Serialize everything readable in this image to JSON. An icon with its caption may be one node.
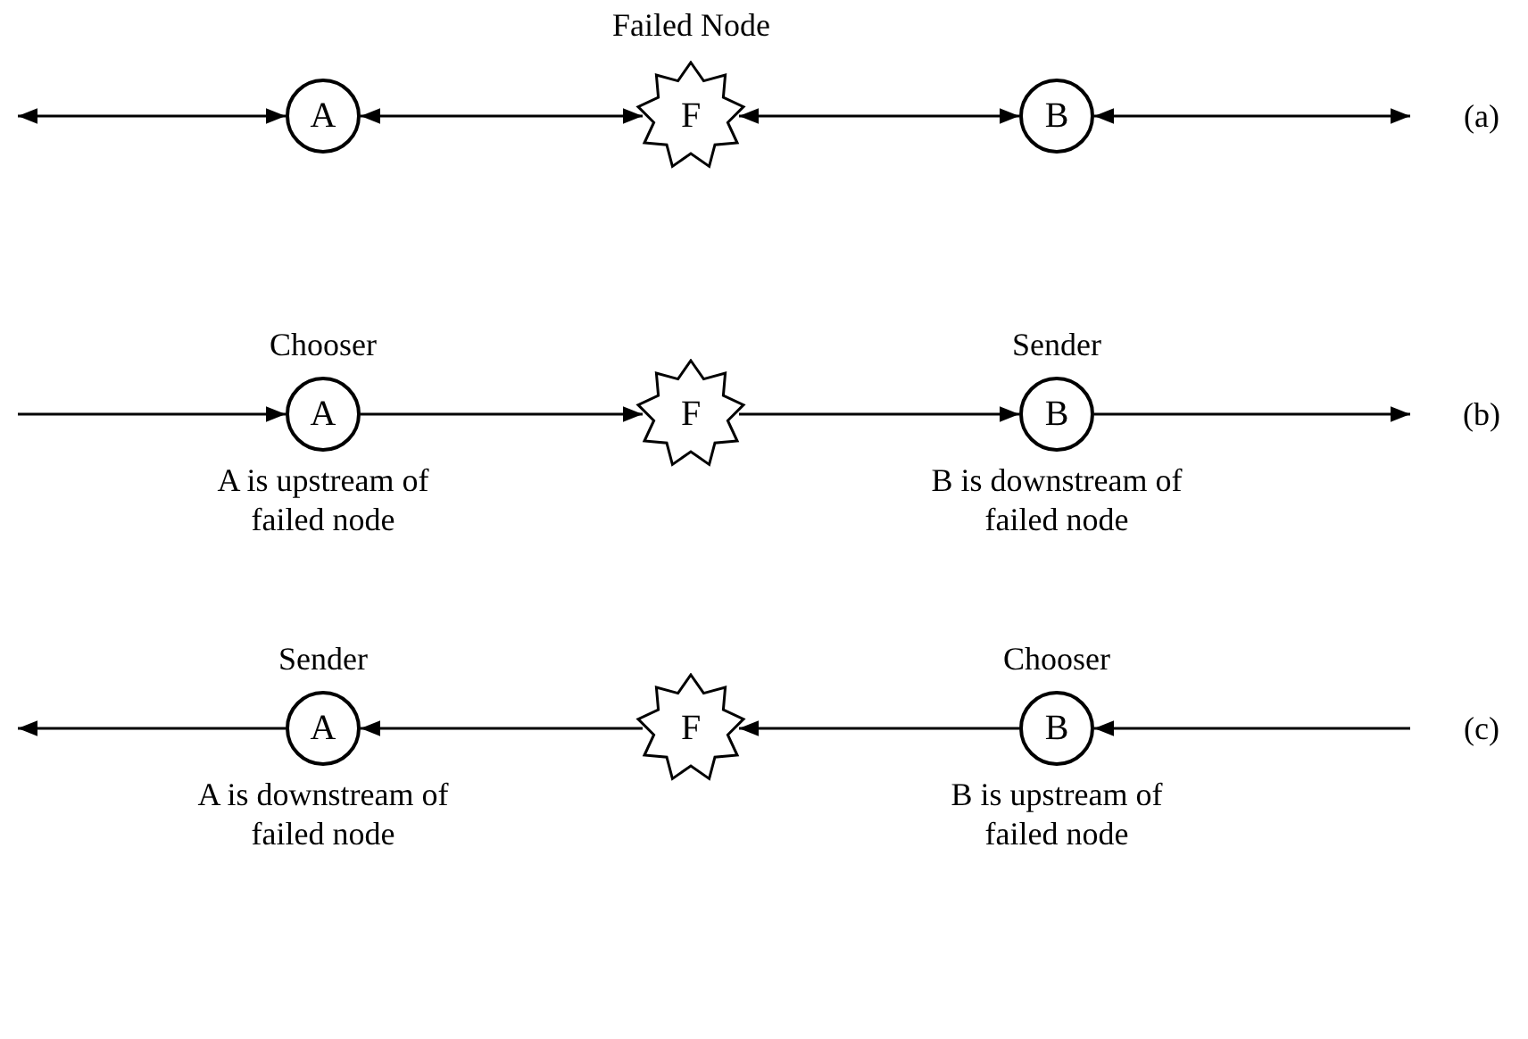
{
  "diagram": {
    "nodes": [
      {
        "text": [
          "A"
        ]
      },
      {
        "text": [
          "F"
        ],
        "beside": [
          "Failed Node"
        ]
      },
      {
        "text": [
          "B"
        ]
      },
      {
        "text": [
          "A"
        ],
        "beside": [
          "Chooser",
          "A is upstream of failed node"
        ]
      },
      {
        "text": [
          "F"
        ]
      },
      {
        "text": [
          "B"
        ],
        "beside": [
          "Sender",
          "B is downstream of failed node"
        ]
      },
      {
        "text": [
          "A"
        ],
        "beside": [
          "Sender",
          "A is downstream of failed node"
        ]
      },
      {
        "text": [
          "F"
        ]
      },
      {
        "text": [
          "B"
        ],
        "beside": [
          "Chooser",
          "B is upstream of failed node"
        ]
      }
    ],
    "edges": [
      {
        "from": null,
        "to": 0,
        "arrow": "both"
      },
      {
        "from": 0,
        "to": 1,
        "arrow": "both"
      },
      {
        "from": 1,
        "to": 2,
        "arrow": "both"
      },
      {
        "from": 2,
        "to": null,
        "arrow": "both"
      },
      {
        "from": null,
        "to": 3,
        "arrow": "to"
      },
      {
        "from": 3,
        "to": 4,
        "arrow": "to"
      },
      {
        "from": 4,
        "to": 5,
        "arrow": "to"
      },
      {
        "from": 5,
        "to": null,
        "arrow": "to"
      },
      {
        "from": 6,
        "to": null,
        "arrow": "to"
      },
      {
        "from": 7,
        "to": 6,
        "arrow": "to"
      },
      {
        "from": 8,
        "to": 7,
        "arrow": "to"
      },
      {
        "from": null,
        "to": 8,
        "arrow": "to"
      }
    ],
    "labels": [
      "(a)",
      "(b)",
      "(c)"
    ]
  }
}
